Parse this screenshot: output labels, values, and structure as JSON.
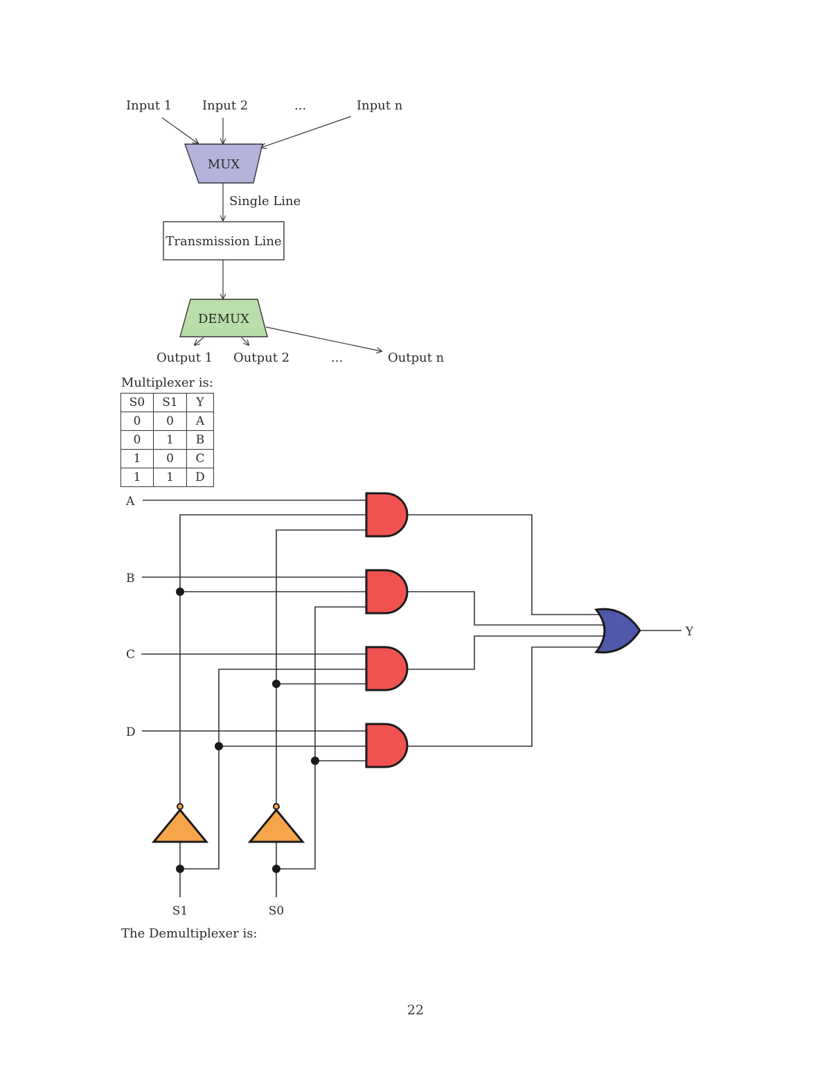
{
  "block_diagram": {
    "inputs": [
      "Input 1",
      "Input 2",
      "...",
      "Input n"
    ],
    "mux_label": "MUX",
    "single_line_label": "Single Line",
    "transmission_label": "Transmission Line",
    "demux_label": "DEMUX",
    "outputs": [
      "Output 1",
      "Output 2",
      "...",
      "Output n"
    ],
    "colors": {
      "mux_fill": "#b3b3dc",
      "demux_fill": "#b9dea9",
      "box_fill": "#ffffff"
    }
  },
  "mux_heading": "Multiplexer is:",
  "truth_table": {
    "headers": [
      "S0",
      "S1",
      "Y"
    ],
    "rows": [
      [
        "0",
        "0",
        "A"
      ],
      [
        "0",
        "1",
        "B"
      ],
      [
        "1",
        "0",
        "C"
      ],
      [
        "1",
        "1",
        "D"
      ]
    ]
  },
  "circuit": {
    "inputs": [
      "A",
      "B",
      "C",
      "D"
    ],
    "output": "Y",
    "selects": [
      "S1",
      "S0"
    ],
    "colors": {
      "and_fill": "#f05252",
      "or_fill": "#5058aa",
      "not_fill": "#f7a54a"
    }
  },
  "demux_heading": "The Demultiplexer is:",
  "page_number": "22"
}
